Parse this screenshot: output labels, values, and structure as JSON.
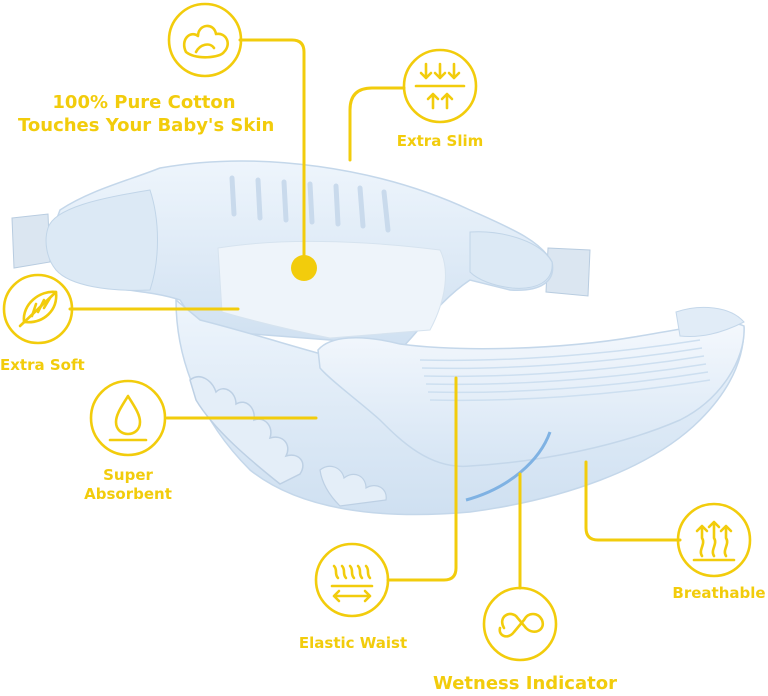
{
  "colors": {
    "accent": "#f2cc0c",
    "diaper_light": "#e9f2fb",
    "diaper_mid": "#c9dcef",
    "indicator": "#7fb2e3"
  },
  "features": {
    "pure_cotton": {
      "line1": "100% Pure Cotton",
      "line2": "Touches Your Baby's Skin",
      "icon": "cotton-boll-icon"
    },
    "extra_slim": {
      "label": "Extra Slim",
      "icon": "compress-arrows-icon"
    },
    "extra_soft": {
      "label": "Extra Soft",
      "icon": "feather-icon"
    },
    "super_absorbent": {
      "line1": "Super",
      "line2": "Absorbent",
      "icon": "water-drop-icon"
    },
    "elastic_waist": {
      "label": "Elastic Waist",
      "icon": "stretch-arrows-icon"
    },
    "wetness_indicator": {
      "label": "Wetness Indicator",
      "icon": "infinity-loop-icon"
    },
    "breathable": {
      "label": "Breathable",
      "icon": "airflow-arrows-icon"
    }
  }
}
